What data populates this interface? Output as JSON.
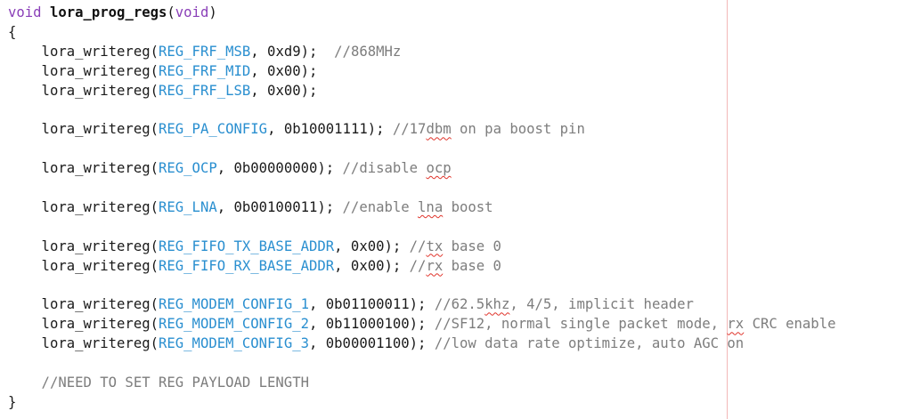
{
  "editor": {
    "lines": [
      [
        {
          "t": "void",
          "c": "kw"
        },
        {
          "t": " ",
          "c": "plain"
        },
        {
          "t": "lora_prog_regs",
          "c": "fn"
        },
        {
          "t": "(",
          "c": "plain"
        },
        {
          "t": "void",
          "c": "kw"
        },
        {
          "t": ")",
          "c": "plain"
        }
      ],
      [
        {
          "t": "{",
          "c": "plain"
        }
      ],
      [
        {
          "t": "    lora_writereg(",
          "c": "plain"
        },
        {
          "t": "REG_FRF_MSB",
          "c": "const"
        },
        {
          "t": ", 0xd9);  ",
          "c": "plain"
        },
        {
          "t": "//868MHz",
          "c": "cmt"
        }
      ],
      [
        {
          "t": "    lora_writereg(",
          "c": "plain"
        },
        {
          "t": "REG_FRF_MID",
          "c": "const"
        },
        {
          "t": ", 0x00);",
          "c": "plain"
        }
      ],
      [
        {
          "t": "    lora_writereg(",
          "c": "plain"
        },
        {
          "t": "REG_FRF_LSB",
          "c": "const"
        },
        {
          "t": ", 0x00);",
          "c": "plain"
        }
      ],
      [],
      [
        {
          "t": "    lora_writereg(",
          "c": "plain"
        },
        {
          "t": "REG_PA_CONFIG",
          "c": "const"
        },
        {
          "t": ", 0b10001111); ",
          "c": "plain"
        },
        {
          "t": "//17",
          "c": "cmt"
        },
        {
          "t": "dbm",
          "c": "cmt",
          "s": true
        },
        {
          "t": " on pa boost pin",
          "c": "cmt"
        }
      ],
      [],
      [
        {
          "t": "    lora_writereg(",
          "c": "plain"
        },
        {
          "t": "REG_OCP",
          "c": "const"
        },
        {
          "t": ", 0b00000000); ",
          "c": "plain"
        },
        {
          "t": "//disable ",
          "c": "cmt"
        },
        {
          "t": "ocp",
          "c": "cmt",
          "s": true
        }
      ],
      [],
      [
        {
          "t": "    lora_writereg(",
          "c": "plain"
        },
        {
          "t": "REG_LNA",
          "c": "const"
        },
        {
          "t": ", 0b00100011); ",
          "c": "plain"
        },
        {
          "t": "//enable ",
          "c": "cmt"
        },
        {
          "t": "lna",
          "c": "cmt",
          "s": true
        },
        {
          "t": " boost",
          "c": "cmt"
        }
      ],
      [],
      [
        {
          "t": "    lora_writereg(",
          "c": "plain"
        },
        {
          "t": "REG_FIFO_TX_BASE_ADDR",
          "c": "const"
        },
        {
          "t": ", 0x00); ",
          "c": "plain"
        },
        {
          "t": "//",
          "c": "cmt"
        },
        {
          "t": "tx",
          "c": "cmt",
          "s": true
        },
        {
          "t": " base 0",
          "c": "cmt"
        }
      ],
      [
        {
          "t": "    lora_writereg(",
          "c": "plain"
        },
        {
          "t": "REG_FIFO_RX_BASE_ADDR",
          "c": "const"
        },
        {
          "t": ", 0x00); ",
          "c": "plain"
        },
        {
          "t": "//",
          "c": "cmt"
        },
        {
          "t": "rx",
          "c": "cmt",
          "s": true
        },
        {
          "t": " base 0",
          "c": "cmt"
        }
      ],
      [],
      [
        {
          "t": "    lora_writereg(",
          "c": "plain"
        },
        {
          "t": "REG_MODEM_CONFIG_1",
          "c": "const"
        },
        {
          "t": ", 0b01100011); ",
          "c": "plain"
        },
        {
          "t": "//62.5",
          "c": "cmt"
        },
        {
          "t": "khz",
          "c": "cmt",
          "s": true
        },
        {
          "t": ", 4/5, implicit header",
          "c": "cmt"
        }
      ],
      [
        {
          "t": "    lora_writereg(",
          "c": "plain"
        },
        {
          "t": "REG_MODEM_CONFIG_2",
          "c": "const"
        },
        {
          "t": ", 0b11000100); ",
          "c": "plain"
        },
        {
          "t": "//SF12, normal single packet mode, ",
          "c": "cmt"
        },
        {
          "t": "rx",
          "c": "cmt",
          "s": true
        },
        {
          "t": " CRC enable",
          "c": "cmt"
        }
      ],
      [
        {
          "t": "    lora_writereg(",
          "c": "plain"
        },
        {
          "t": "REG_MODEM_CONFIG_3",
          "c": "const"
        },
        {
          "t": ", 0b00001100); ",
          "c": "plain"
        },
        {
          "t": "//low data rate optimize, auto AGC on",
          "c": "cmt"
        }
      ],
      [],
      [
        {
          "t": "    //NEED TO SET REG PAYLOAD LENGTH",
          "c": "cmt"
        }
      ],
      [
        {
          "t": "}",
          "c": "plain"
        }
      ]
    ]
  }
}
